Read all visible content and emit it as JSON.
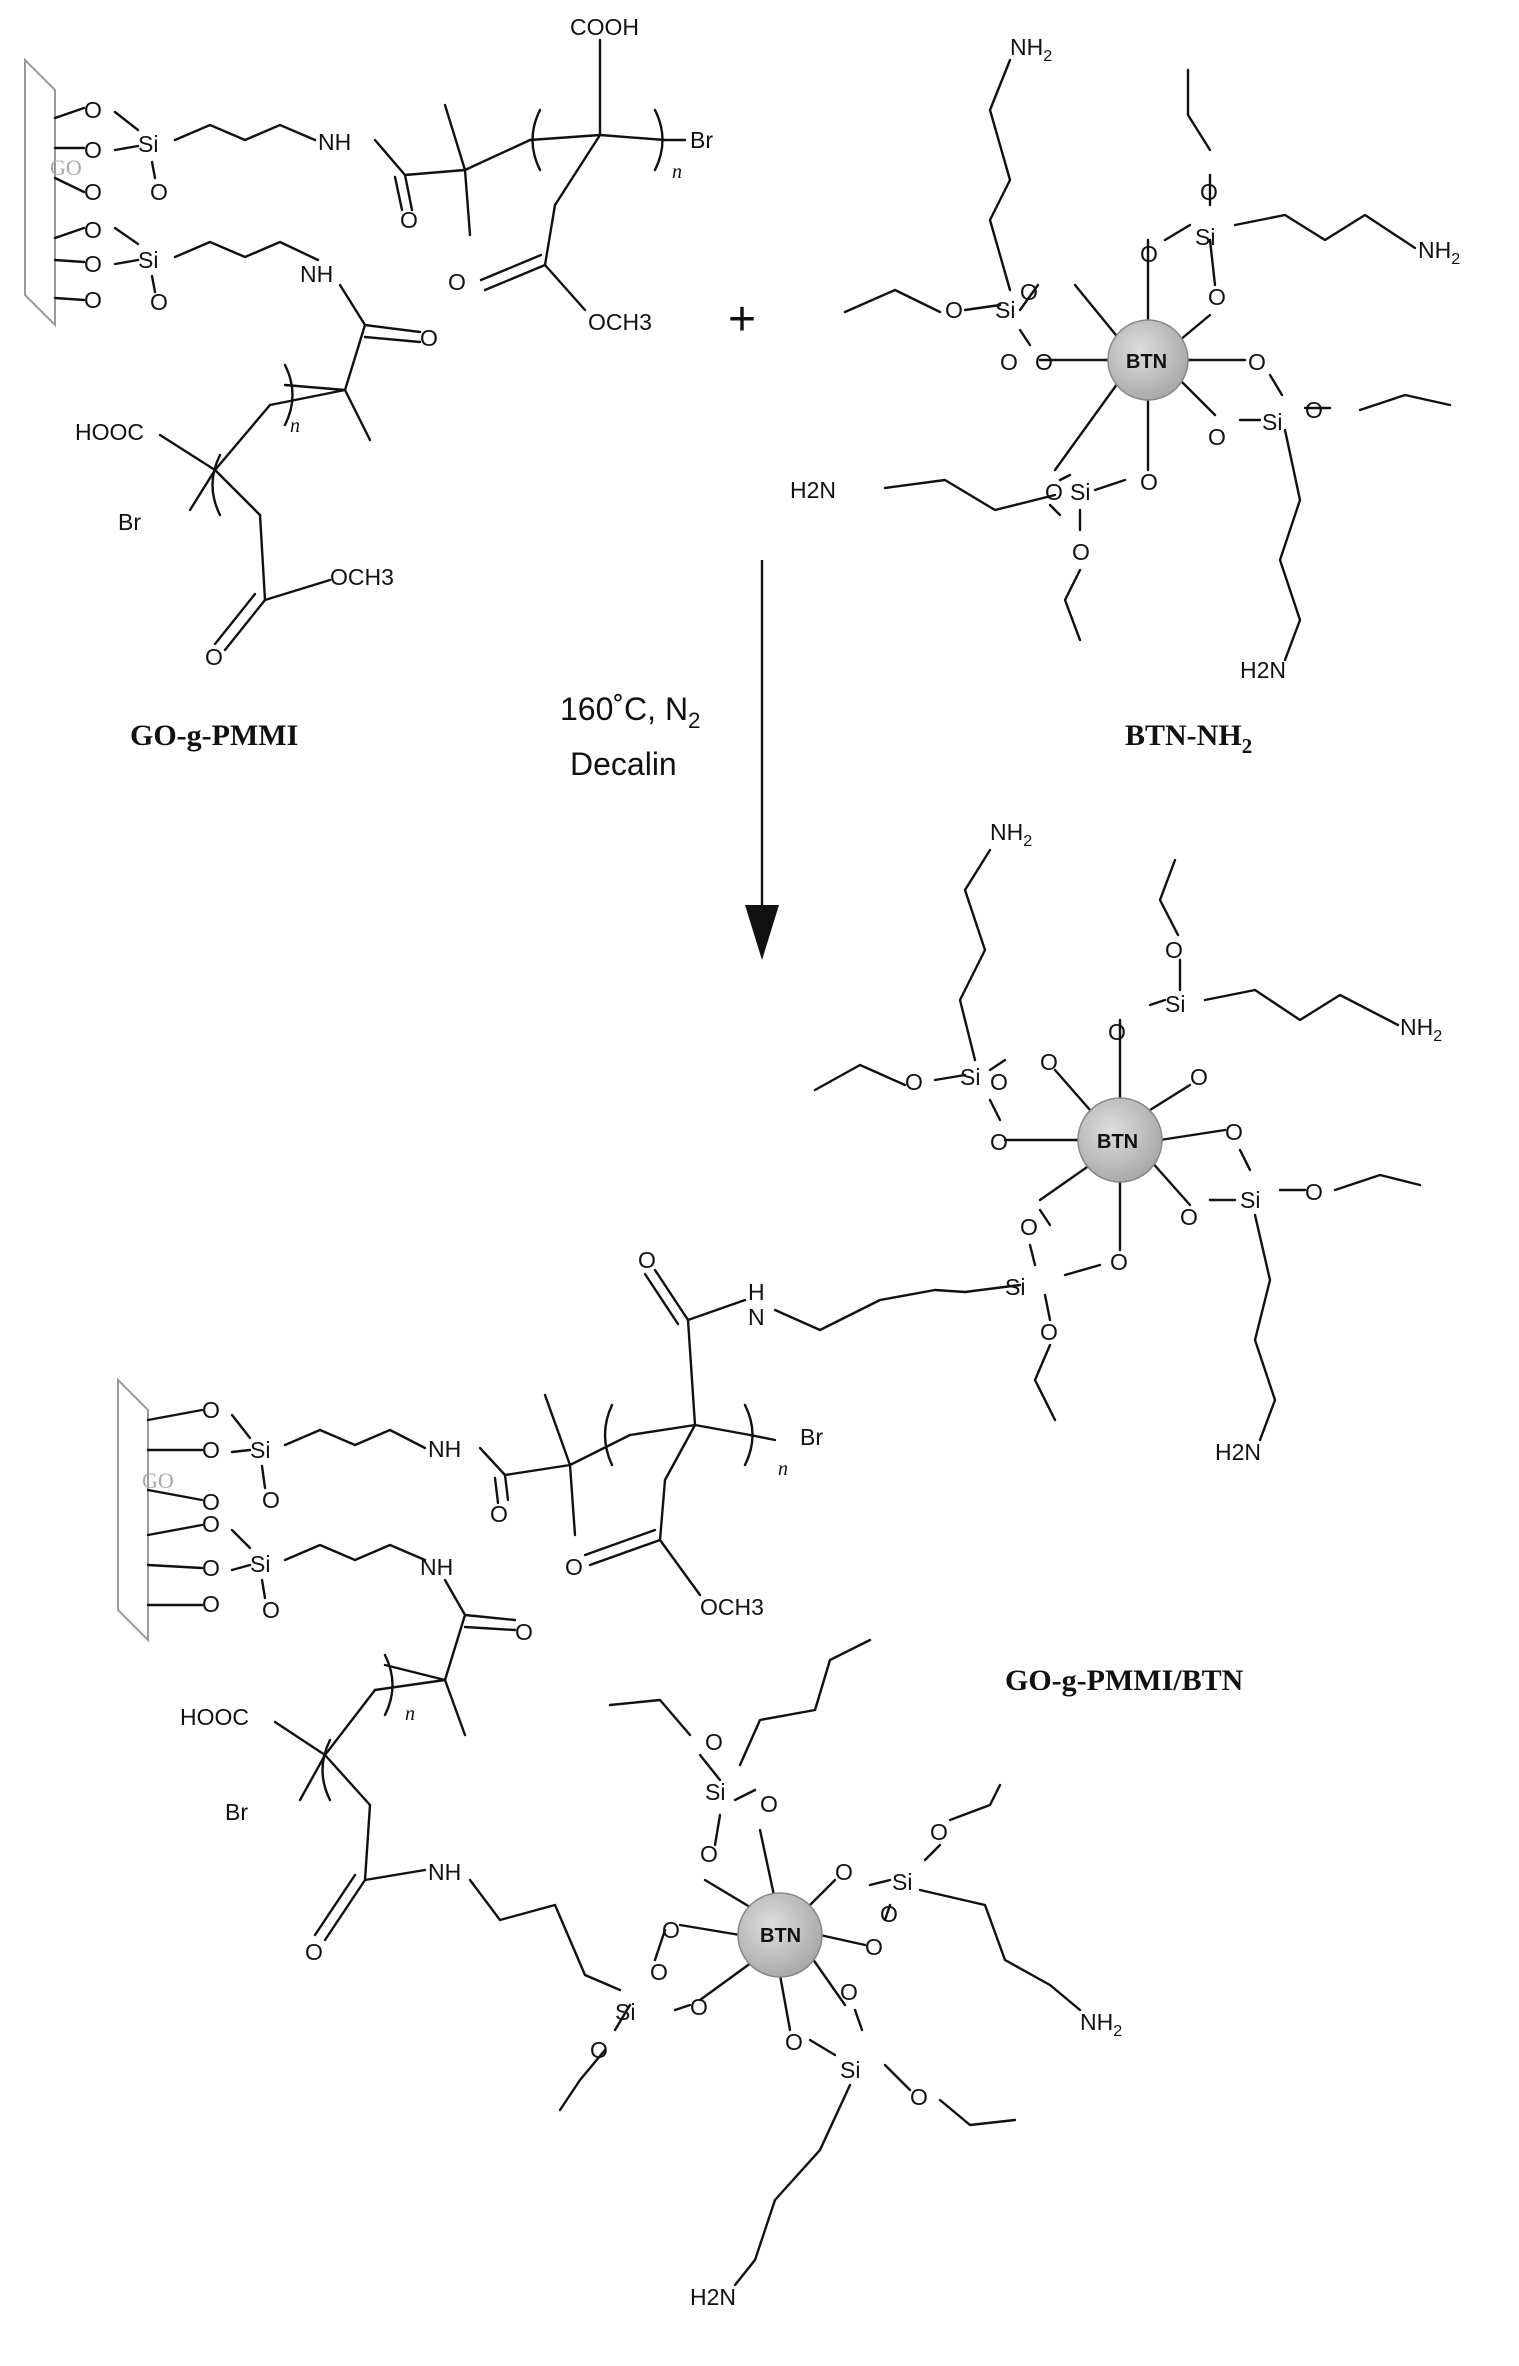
{
  "reactant1": {
    "label": "GO-g-PMMI",
    "go_text": "GO",
    "atoms": {
      "o": "O",
      "o_left": "O",
      "o_right": "O",
      "o_dash": "O",
      "si": "Si",
      "nh": "NH",
      "br": "Br",
      "n": "n",
      "cooh": "COOH",
      "hooc": "HOOC",
      "och3": "OCH3"
    }
  },
  "reactant2": {
    "label": "BTN-NH",
    "label_sub": "2",
    "core_text": "BTN",
    "atoms": {
      "o": "O",
      "si": "Si",
      "nh2": "NH",
      "h2n": "H2N",
      "sub2": "2",
      "o_left": "O",
      "o_right": "O"
    }
  },
  "plus_sign": "+",
  "conditions": {
    "line1_main": "160˚C, N",
    "line1_sub": "2",
    "line2": "Decalin"
  },
  "product": {
    "label": "GO-g-PMMI/BTN",
    "go_text": "GO",
    "core_text": "BTN",
    "atoms": {
      "o": "O",
      "si": "Si",
      "nh": "NH",
      "h": "H",
      "n_atom": "N",
      "br": "Br",
      "n": "n",
      "hooc": "HOOC",
      "och3": "OCH3",
      "nh2": "NH",
      "h2n": "H2N",
      "sub2": "2"
    }
  },
  "colors": {
    "ink": "#111111",
    "core_fill": "#c4c4c4",
    "go_sheet": "#9a9a9a"
  }
}
